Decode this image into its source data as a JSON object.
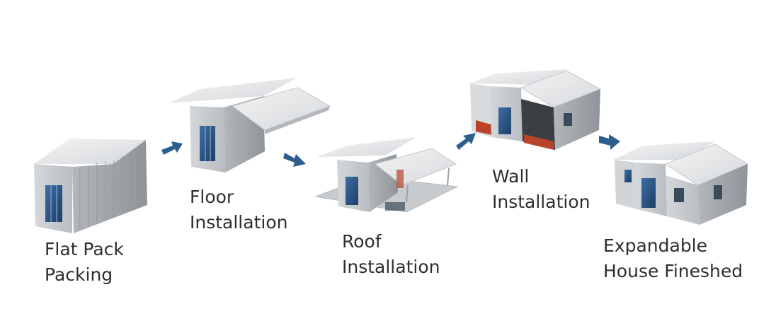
{
  "steps": [
    {
      "line1": "Flat Pack",
      "line2": "Packing"
    },
    {
      "line1": "Floor",
      "line2": "Installation"
    },
    {
      "line1": "Roof",
      "line2": "Installation"
    },
    {
      "line1": "Wall",
      "line2": "Installation"
    },
    {
      "line1": "Expandable",
      "line2": "House Fineshed"
    }
  ],
  "colors": {
    "wall": "#c9cdd0",
    "roof": "#e6e8ea",
    "side": "#a9aeb2",
    "window": "#28507f",
    "floor_accent": "#b8452a",
    "arrow": "#2c5f8e"
  }
}
